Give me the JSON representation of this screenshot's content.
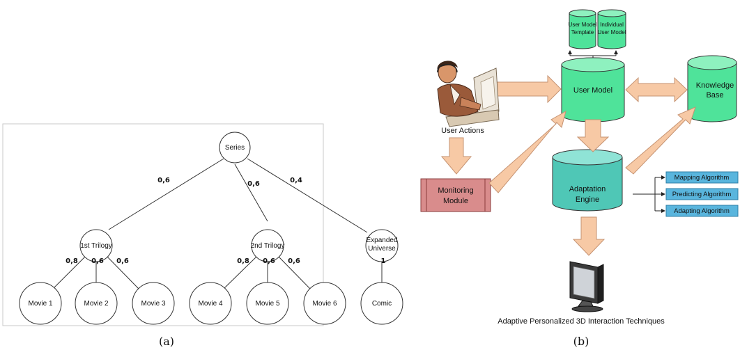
{
  "colors": {
    "cylinder_fill": "#4fe39a",
    "cylinder_top": "#8ef1bf",
    "engine_fill": "#4fc7b6",
    "engine_top": "#8fe3d6",
    "arrow_fill": "#f7c9a5",
    "arrow_stroke": "#c69372",
    "monitor_fill": "#d98c8c",
    "algo_fill": "#59b5dd"
  },
  "panel_a": {
    "caption": "(a)",
    "tree": {
      "root": "Series",
      "level1": [
        "1st Trilogy",
        "2nd Trilogy",
        "Expanded Universe"
      ],
      "level1_weights": [
        "0,6",
        "0,6",
        "0,4"
      ],
      "leaves": [
        "Movie 1",
        "Movie 2",
        "Movie 3",
        "Movie 4",
        "Movie 5",
        "Movie 6",
        "Comic"
      ],
      "leaf_weights": [
        "0,8",
        "0,6",
        "0,6",
        "0,8",
        "0,6",
        "0,6",
        "1"
      ]
    }
  },
  "panel_b": {
    "caption": "(b)",
    "user_model_template": [
      "User Model",
      "Template"
    ],
    "individual_user_model": [
      "Individual",
      "User Model"
    ],
    "user_model": "User Model",
    "knowledge_base": [
      "Knowledge",
      "Base"
    ],
    "user_actions": "User Actions",
    "monitoring_module": [
      "Monitoring",
      "Module"
    ],
    "adaptation_engine": [
      "Adaptation",
      "Engine"
    ],
    "algorithms": [
      "Mapping Algorithm",
      "Predicting Algorithm",
      "Adapting Algorithm"
    ],
    "footer": "Adaptive Personalized 3D Interaction Techniques",
    "icons": [
      "user-at-computer-icon",
      "monitor-icon"
    ]
  }
}
